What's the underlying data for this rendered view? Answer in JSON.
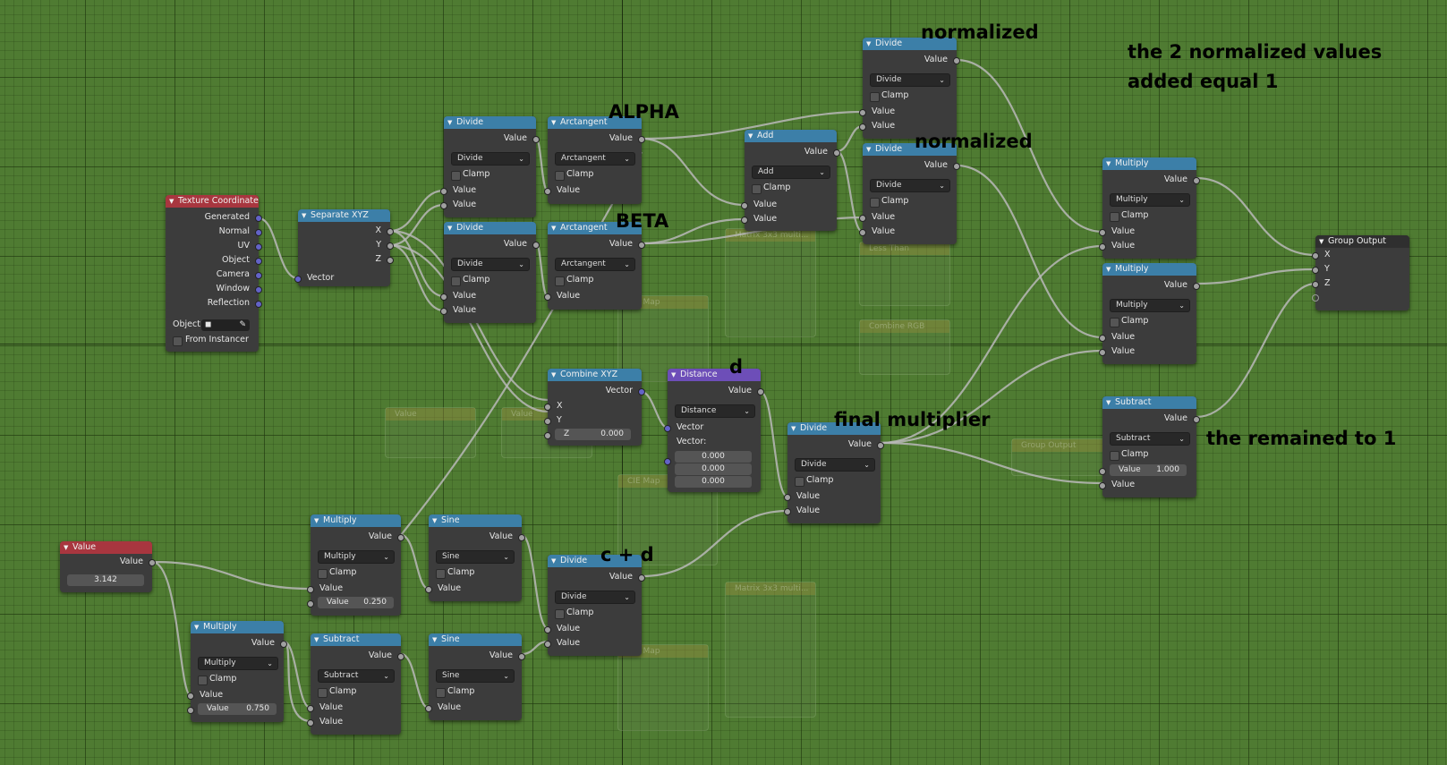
{
  "nodes": {
    "texture_coordinate": {
      "title": "Texture Coordinate",
      "outputs": [
        "Generated",
        "Normal",
        "UV",
        "Object",
        "Camera",
        "Window",
        "Reflection"
      ],
      "object_label": "Object:",
      "from_instancer": "From Instancer"
    },
    "separate_xyz": {
      "title": "Separate XYZ",
      "outputs": [
        "X",
        "Y",
        "Z"
      ],
      "input": "Vector"
    },
    "divide1": {
      "title": "Divide",
      "output": "Value",
      "op": "Divide",
      "clamp": "Clamp",
      "in1": "Value",
      "in2": "Value"
    },
    "divide2": {
      "title": "Divide",
      "output": "Value",
      "op": "Divide",
      "clamp": "Clamp",
      "in1": "Value",
      "in2": "Value"
    },
    "arctan1": {
      "title": "Arctangent",
      "output": "Value",
      "op": "Arctangent",
      "clamp": "Clamp",
      "in1": "Value"
    },
    "arctan2": {
      "title": "Arctangent",
      "output": "Value",
      "op": "Arctangent",
      "clamp": "Clamp",
      "in1": "Value"
    },
    "add": {
      "title": "Add",
      "output": "Value",
      "op": "Add",
      "clamp": "Clamp",
      "in1": "Value",
      "in2": "Value"
    },
    "divide_norm1": {
      "title": "Divide",
      "output": "Value",
      "op": "Divide",
      "clamp": "Clamp",
      "in1": "Value",
      "in2": "Value"
    },
    "divide_norm2": {
      "title": "Divide",
      "output": "Value",
      "op": "Divide",
      "clamp": "Clamp",
      "in1": "Value",
      "in2": "Value"
    },
    "combine_xyz": {
      "title": "Combine XYZ",
      "output": "Vector",
      "x": "X",
      "y": "Y",
      "z_label": "Z",
      "z_value": "0.000"
    },
    "distance": {
      "title": "Distance",
      "output": "Value",
      "op": "Distance",
      "in_vector": "Vector",
      "vector_label": "Vector:",
      "v1": "0.000",
      "v2": "0.000",
      "v3": "0.000"
    },
    "divide_final": {
      "title": "Divide",
      "output": "Value",
      "op": "Divide",
      "clamp": "Clamp",
      "in1": "Value",
      "in2": "Value"
    },
    "multiply_out1": {
      "title": "Multiply",
      "output": "Value",
      "op": "Multiply",
      "clamp": "Clamp",
      "in1": "Value",
      "in2": "Value"
    },
    "multiply_out2": {
      "title": "Multiply",
      "output": "Value",
      "op": "Multiply",
      "clamp": "Clamp",
      "in1": "Value",
      "in2": "Value"
    },
    "subtract_out": {
      "title": "Subtract",
      "output": "Value",
      "op": "Subtract",
      "clamp": "Clamp",
      "field_label": "Value",
      "field_value": "1.000",
      "in2": "Value"
    },
    "group_output": {
      "title": "Group Output",
      "inputs": [
        "X",
        "Y",
        "Z"
      ]
    },
    "value_node": {
      "title": "Value",
      "output": "Value",
      "value": "3.142"
    },
    "multiply_a": {
      "title": "Multiply",
      "output": "Value",
      "op": "Multiply",
      "clamp": "Clamp",
      "in1": "Value",
      "field_label": "Value",
      "field_value": "0.250"
    },
    "multiply_b": {
      "title": "Multiply",
      "output": "Value",
      "op": "Multiply",
      "clamp": "Clamp",
      "in1": "Value",
      "field_label": "Value",
      "field_value": "0.750"
    },
    "sine1": {
      "title": "Sine",
      "output": "Value",
      "op": "Sine",
      "clamp": "Clamp",
      "in1": "Value"
    },
    "sine2": {
      "title": "Sine",
      "output": "Value",
      "op": "Sine",
      "clamp": "Clamp",
      "in1": "Value"
    },
    "subtract_b": {
      "title": "Subtract",
      "output": "Value",
      "op": "Subtract",
      "clamp": "Clamp",
      "in1": "Value",
      "in2": "Value"
    },
    "divide_cd": {
      "title": "Divide",
      "output": "Value",
      "op": "Divide",
      "clamp": "Clamp",
      "in1": "Value",
      "in2": "Value"
    }
  },
  "annotations": {
    "alpha": "ALPHA",
    "beta": "BETA",
    "normalized1": "normalized",
    "normalized2": "normalized",
    "sum_note_line1": "the 2 normalized values",
    "sum_note_line2": "added equal 1",
    "d": "d",
    "cd": "c + d",
    "final_multiplier": "final multiplier",
    "remained": "the remained to 1"
  },
  "background_nodes": {
    "g1": "Matrix 3x3 multi...",
    "g2": "Less Than",
    "g3": "Combine RGB",
    "g4": "CIE Map",
    "g5": "Value",
    "g6": "Value",
    "g7": "Group Output",
    "g8": "CIE Map",
    "g9": "Matrix 3x3 multi...",
    "g10": "CIE Map"
  },
  "colors": {
    "math_header": "#3c7fa8",
    "input_header": "#a8363f",
    "vector_header": "#6d4eb8",
    "canvas": "#4f7b32",
    "link": "#b4b4b4"
  }
}
